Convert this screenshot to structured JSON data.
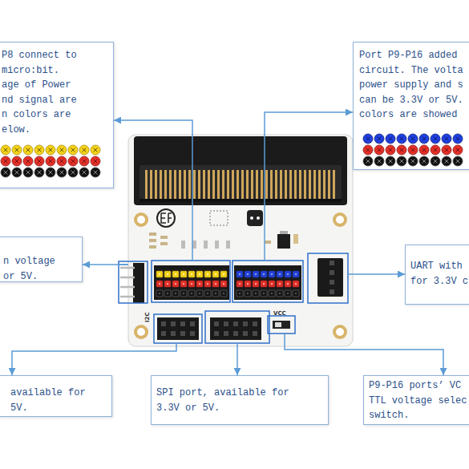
{
  "diagram": {
    "nodes": [
      {
        "text": [
          "P8 connect to micro:bit. age of Power nd signal are n colors are elow."
        ]
      },
      {
        "text": [
          "Port P9-P16 added circuit. The volta power supply and s can be 3.3V or 5V. colors are showed"
        ]
      },
      {
        "text": [
          "I2C",
          "VCC"
        ]
      },
      {
        "text": [
          "n voltage or 5V."
        ]
      },
      {
        "text": [
          "UART with for 3.3V c"
        ]
      },
      {
        "text": [
          "available for 5V."
        ]
      },
      {
        "text": [
          "SPI port, available for 3.3V or 5V."
        ]
      },
      {
        "text": [
          "P9-P16 ports’ VC TTL voltage selec switch."
        ]
      }
    ],
    "edges": [
      {
        "from": 2,
        "to": 0,
        "arrow": "to"
      },
      {
        "from": 2,
        "to": 1,
        "arrow": "to"
      },
      {
        "from": 2,
        "to": 3,
        "arrow": "to"
      },
      {
        "from": 2,
        "to": 4,
        "arrow": "to"
      },
      {
        "from": 2,
        "to": 5,
        "arrow": "to"
      },
      {
        "from": 2,
        "to": 6,
        "arrow": "to"
      },
      {
        "from": 2,
        "to": 7,
        "arrow": "to"
      }
    ]
  }
}
